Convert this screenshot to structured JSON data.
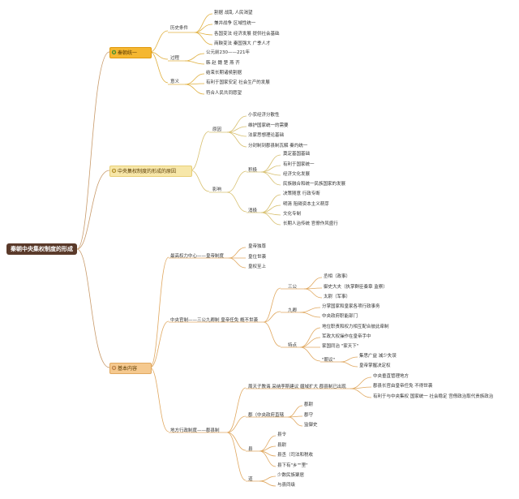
{
  "root": "秦朝中央集权制度的形成",
  "branch1": {
    "label": "秦朝统一",
    "history": {
      "label": "历史条件",
      "items": [
        "割据 战乱 人民渴望",
        "兼并战争 区域性统一",
        "各国变法 经济发展 提供社会基础",
        "商鞅变法 秦国强大 广季人才"
      ]
    },
    "process": {
      "label": "过程",
      "items": [
        "公元前230——221年",
        "韩 赵 魏 楚 燕 齐"
      ]
    },
    "meaning": {
      "label": "意义",
      "items": [
        "结束长期诸侯割据",
        "有利于国家安定 社会生产的发展",
        "符合人民共同愿望"
      ]
    }
  },
  "branch2": {
    "label": "中央集权制度的形成的原因",
    "reason": {
      "label": "原因",
      "items": [
        "小农经济分散性",
        "维护国家统一的需要",
        "法家思想理论基础",
        "分封制到郡县制瓦解 秦灼统一"
      ]
    },
    "impact": {
      "label": "影响",
      "positive": {
        "label": "积极",
        "items": [
          "奠定基国基础",
          "有利于国家统一",
          "经济文化发展",
          "民族融合和统一民族国家的发展"
        ]
      },
      "negative": {
        "label": "消极",
        "items": [
          "决策随意 行政专断",
          "明清 阻碍资本主义萌芽",
          "文化专制",
          "长期人治传统 官僚作风盛行"
        ]
      }
    }
  },
  "branch3": {
    "label": "基本内容",
    "supreme": {
      "label": "最高权力中心——皇帝制度",
      "items": [
        "皇帝独尊",
        "皇位世袭",
        "皇权至上"
      ]
    },
    "central": {
      "label": "中央官制——三公九卿制 皇帝任免 概不世袭",
      "sangong": {
        "label": "三公",
        "items": [
          "丞相（政事）",
          "御史大夫（执掌群臣奏章 监察）",
          "太尉（军事）"
        ]
      },
      "jiuqing": {
        "label": "九卿",
        "items": [
          "分掌国家和皇家各项行政事务",
          "中央政府职能部门"
        ]
      },
      "features": {
        "label": "特点",
        "items": [
          "地位职责和权力相互配合彼此牵制",
          "军政大权操作在皇帝手中",
          "家国同治 \"家天下\""
        ],
        "sub_label": "\"朝议\"",
        "sub_items": [
          "集思广益 减少失误",
          "皇帝掌握决定权"
        ]
      }
    },
    "local": {
      "label": "地方行政制度——郡县制",
      "origin": {
        "label": "周天子教诲 采纳李斯建议 疆域扩大 郡县制已出现",
        "items": [
          "中央垂直管理地方",
          "郡县长官由皇帝任免 不得世袭",
          "有利于与中央集权 国家统一 社会稳定 宫僚政治取代贵族政治"
        ]
      },
      "jun": {
        "label": "郡（中央政府直辖",
        "items": [
          "郡尉",
          "郡守",
          "监御史"
        ]
      },
      "xian": {
        "label": "县",
        "items": [
          "县令",
          "县尉",
          "县丞（司法和税收",
          "县下有\"乡\"\"里\""
        ]
      },
      "dao": {
        "label": "道",
        "items": [
          "少数民族聚居",
          "与县同级"
        ]
      }
    }
  }
}
